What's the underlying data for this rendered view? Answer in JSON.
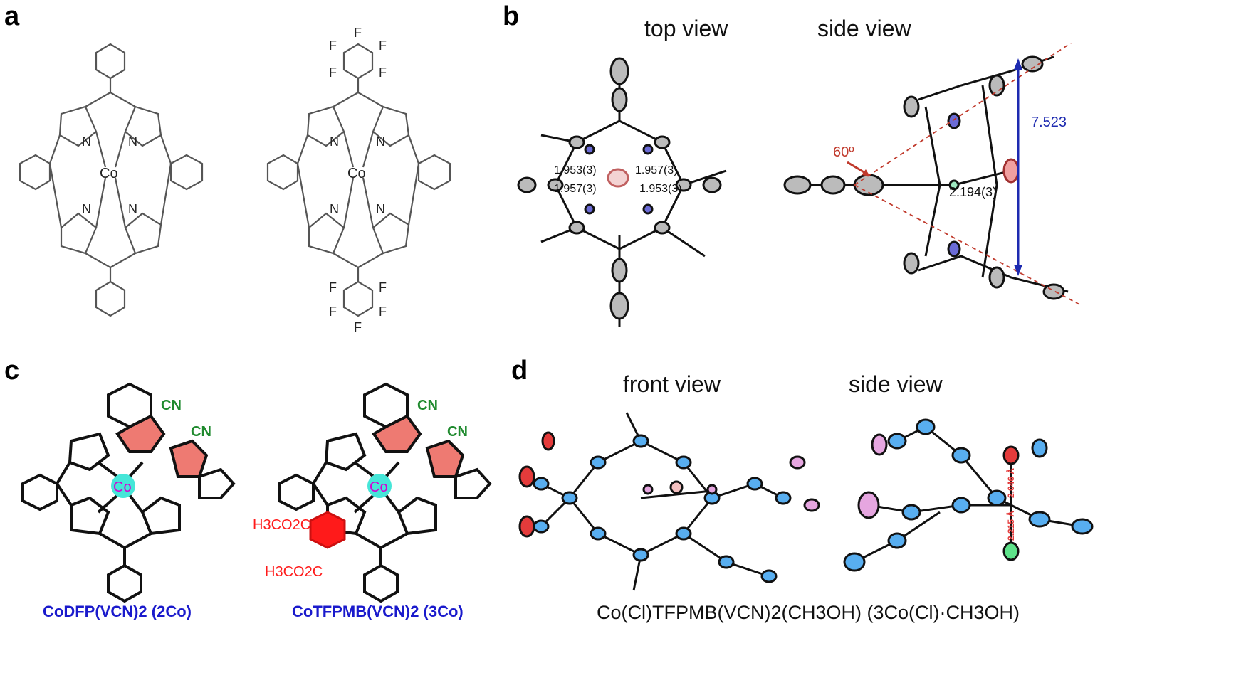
{
  "panels": {
    "a": {
      "letter": "a",
      "left_molecule": {
        "metal": "Co",
        "n_labels": [
          "N",
          "N",
          "N",
          "N"
        ]
      },
      "right_molecule": {
        "metal": "Co",
        "n_labels": [
          "N",
          "N",
          "N",
          "N"
        ],
        "fluorine": "F"
      }
    },
    "b": {
      "letter": "b",
      "view_top": "top view",
      "view_side": "side view",
      "bond_lengths": [
        "1.953(3)",
        "1.957(3)",
        "1.957(3)",
        "1.953(3)"
      ],
      "axial_bond": "2.194(3)",
      "angle_label": "60º",
      "distance_label": "7.523"
    },
    "c": {
      "letter": "c",
      "metal": "Co",
      "cn_label": "CN",
      "ester_label_1": "H3CO2C",
      "ester_label_2": "H3CO2C",
      "compound_1": "CoDFP(VCN)2 (2Co)",
      "compound_2": "CoTFPMB(VCN)2 (3Co)"
    },
    "d": {
      "letter": "d",
      "view_front": "front view",
      "view_side": "side view",
      "bond_1": "2.046 Å",
      "bond_2": "2.215 Å",
      "caption": "Co(Cl)TFPMB(VCN)2(CH3OH) (3Co(Cl)·CH3OH)"
    }
  },
  "colors": {
    "cn_green": "#1f8a2e",
    "metal_magenta": "#d400d4",
    "highlight_red": "#ee7a72",
    "ester_red": "#ff1a1a",
    "label_blue": "#1a1acc",
    "ortep_blue": "#58aef0",
    "ortep_pink": "#e6a6e0",
    "ortep_red": "#e43b3b",
    "dash_red": "#c0392b",
    "arrow_blue": "#1d2ab0"
  }
}
